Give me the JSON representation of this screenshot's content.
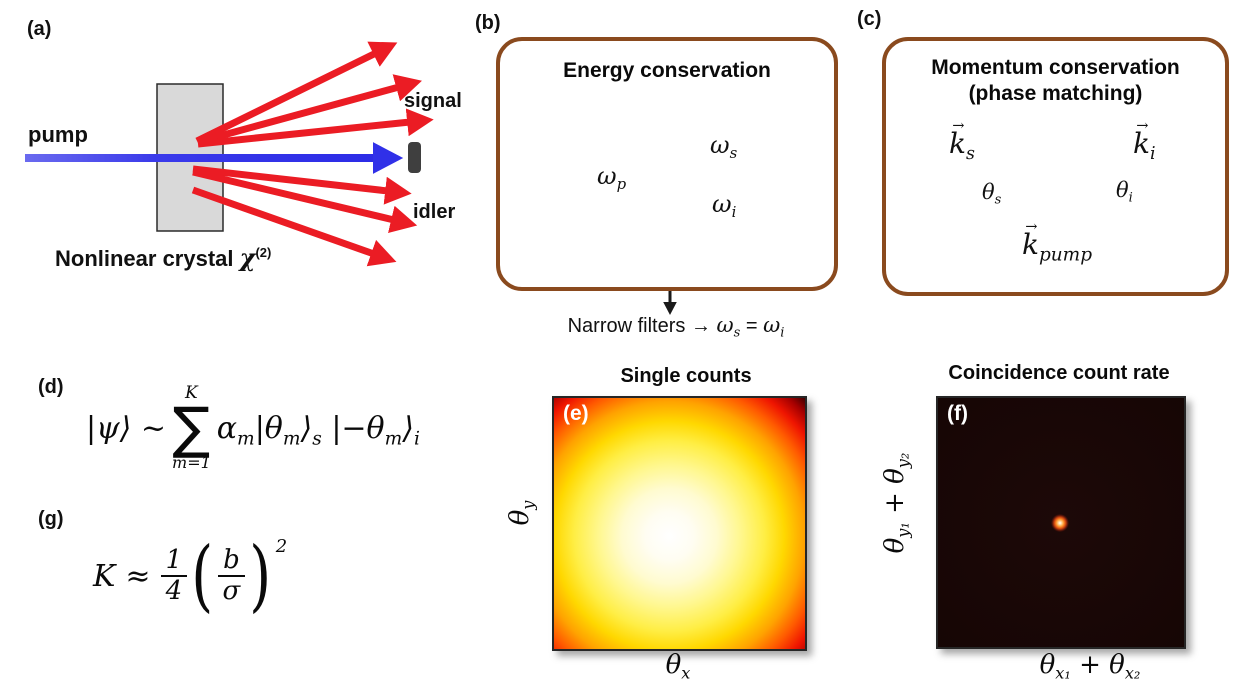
{
  "figure": {
    "colors": {
      "arrow_red": "#EB1C24",
      "arrow_blue": "#3030E8",
      "box_border": "#8A4A1E",
      "level_dashed_teal": "#2E6F8E",
      "level_solid_teal": "#1E5B76",
      "crystal_fill": "#D9D9D9",
      "beam_stop": "#3F3F3F",
      "singles_hot_center": "#FFFFFF",
      "coincidence_background": "#150504"
    }
  },
  "panel_a": {
    "label": "(a)",
    "pump": "pump",
    "signal": "signal",
    "idler": "idler",
    "caption_text": "Nonlinear crystal",
    "caption_chi": "χ",
    "caption_sup": "(2)"
  },
  "panel_b": {
    "label": "(b)",
    "title": "Energy conservation",
    "omega": "ω",
    "sub_p": "p",
    "sub_s": "s",
    "sub_i": "i",
    "note_prefix": "Narrow filters → ",
    "note_equals": " = "
  },
  "panel_c": {
    "label": "(c)",
    "title_line1": "Momentum conservation",
    "title_line2": "(phase matching)",
    "vec_arrow": "→",
    "k": "k",
    "sub_s": "s",
    "sub_i": "i",
    "sub_pump": "pump",
    "theta": "θ"
  },
  "panel_d": {
    "label": "(d)",
    "lhs": "|ψ⟩ ~",
    "sum_upper": "K",
    "sum_symbol": "∑",
    "sum_lower": "m=1",
    "alpha": "α",
    "sub_m": "m",
    "ket_theta_open": "|θ",
    "ket_close": "⟩",
    "sub_s": "s",
    "ket_minus_theta_open": "|−θ",
    "sub_i": "i"
  },
  "panel_g": {
    "label": "(g)",
    "lhs_k": "K",
    "approx": "≈",
    "frac1_num": "1",
    "frac1_den": "4",
    "paren_open": "(",
    "frac2_num": "b",
    "frac2_den": "σ",
    "paren_close": ")",
    "exponent": "2"
  },
  "panel_e": {
    "label": "(e)",
    "title": "Single counts",
    "xlabel_base": "θ",
    "xlabel_sub": "x",
    "ylabel_base": "θ",
    "ylabel_sub": "y"
  },
  "panel_f": {
    "label": "(f)",
    "title": "Coincidence count rate",
    "theta": "θ",
    "xlabel_sub1": "x₁",
    "plus": " + ",
    "xlabel_sub2": "x₂",
    "ylabel_sub1": "y₁",
    "ylabel_sub2": "y₂"
  }
}
